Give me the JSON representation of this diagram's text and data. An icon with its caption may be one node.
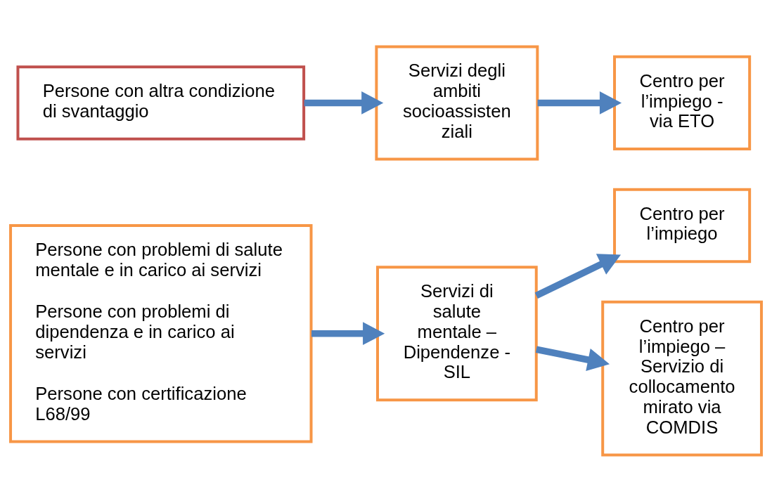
{
  "diagram": {
    "nodes": [
      {
        "text": [
          "Persone con problemi di salute mentale e in carico ai servizi",
          "Persone con problemi di dipendenza e in carico ai servizi",
          "Persone con certificazione L68/99"
        ]
      },
      {
        "text": [
          "Servizi di salute mentale – Dipendenze - SIL"
        ]
      },
      {
        "text": [
          "Centro per l’impiego"
        ]
      },
      {
        "text": [
          "Centro per l’impiego – Servizio di collocamento mirato via COMDIS"
        ]
      },
      {
        "text": [
          "Persone con altra condizione di svantaggio"
        ]
      },
      {
        "text": [
          "Servizi degli ambiti socioassisten ziali"
        ]
      },
      {
        "text": [
          "Centro per l’impiego - via ETO"
        ]
      }
    ],
    "edges": [
      {
        "from": 0,
        "to": 1,
        "arrow": "to"
      },
      {
        "from": 1,
        "to": 2,
        "arrow": "to"
      },
      {
        "from": 1,
        "to": 3,
        "arrow": "to"
      },
      {
        "from": 4,
        "to": 5,
        "arrow": "to"
      },
      {
        "from": 5,
        "to": 6,
        "arrow": "to"
      }
    ]
  }
}
